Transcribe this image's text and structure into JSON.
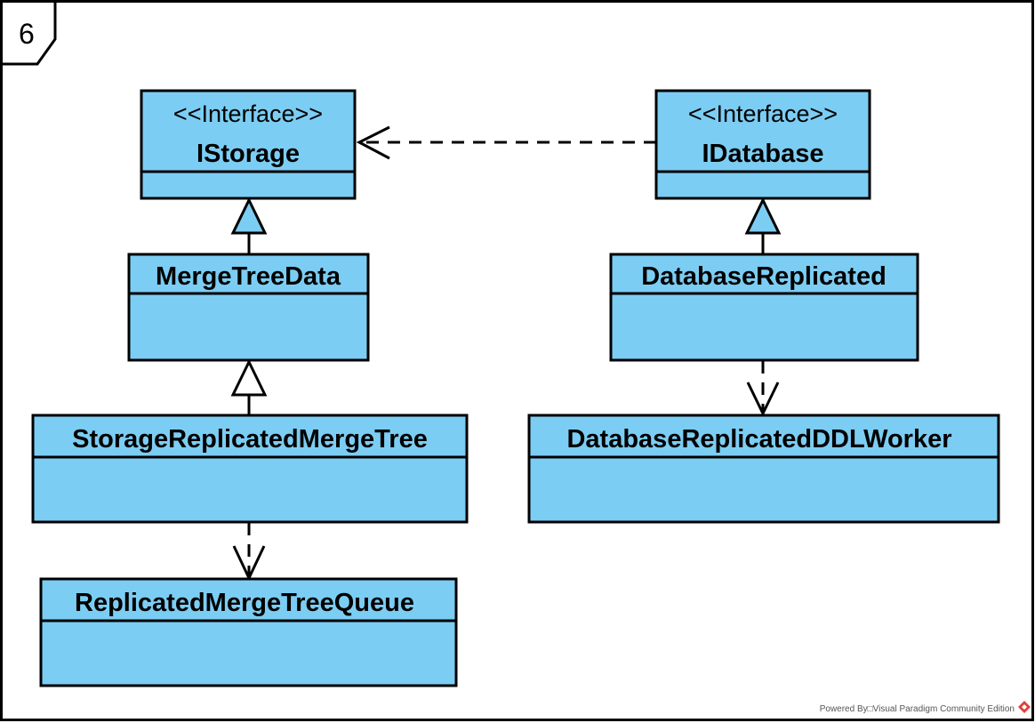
{
  "frame": {
    "label": "6"
  },
  "classes": {
    "istorage": {
      "stereotype": "<<Interface>>",
      "name": "IStorage"
    },
    "idatabase": {
      "stereotype": "<<Interface>>",
      "name": "IDatabase"
    },
    "merge_tree_data": {
      "name": "MergeTreeData"
    },
    "database_replicated": {
      "name": "DatabaseReplicated"
    },
    "storage_replicated_merge_tree": {
      "name": "StorageReplicatedMergeTree"
    },
    "database_replicated_ddl_worker": {
      "name": "DatabaseReplicatedDDLWorker"
    },
    "replicated_merge_tree_queue": {
      "name": "ReplicatedMergeTreeQueue"
    }
  },
  "footer": {
    "text": "Powered By□Visual Paradigm Community Edition"
  },
  "colors": {
    "class_fill": "#7ccdf3",
    "line": "#000000",
    "logo_red": "#e0413b"
  }
}
